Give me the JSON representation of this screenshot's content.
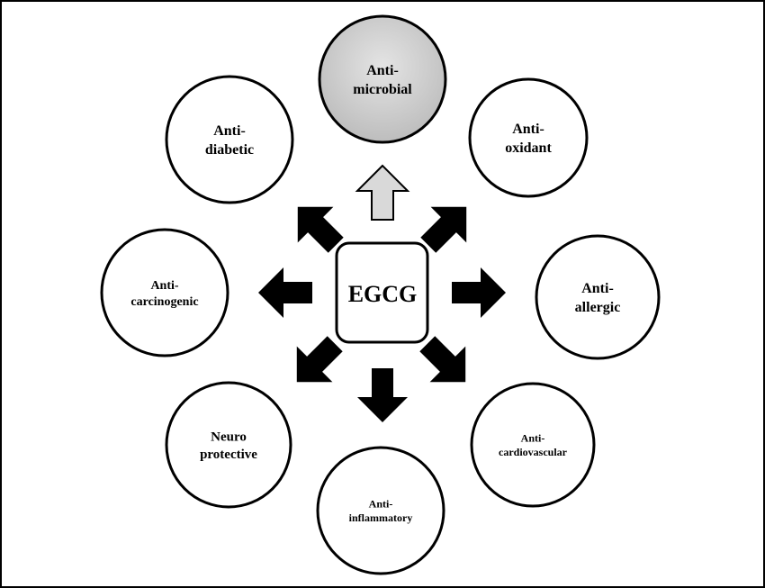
{
  "center": {
    "label": "EGCG"
  },
  "nodes": [
    {
      "id": "anti-microbial",
      "lines": [
        "Anti-",
        "microbial"
      ],
      "highlighted": true
    },
    {
      "id": "anti-oxidant",
      "lines": [
        "Anti-",
        "oxidant"
      ],
      "highlighted": false
    },
    {
      "id": "anti-allergic",
      "lines": [
        "Anti-",
        "allergic"
      ],
      "highlighted": false
    },
    {
      "id": "anti-cardiovascular",
      "lines": [
        "Anti-",
        "cardiovascular"
      ],
      "highlighted": false
    },
    {
      "id": "anti-inflammatory",
      "lines": [
        "Anti-",
        "inflammatory"
      ],
      "highlighted": false
    },
    {
      "id": "neuro-protective",
      "lines": [
        "Neuro",
        "protective"
      ],
      "highlighted": false
    },
    {
      "id": "anti-carcinogenic",
      "lines": [
        "Anti-",
        "carcinogenic"
      ],
      "highlighted": false
    },
    {
      "id": "anti-diabetic",
      "lines": [
        "Anti-",
        "diabetic"
      ],
      "highlighted": false
    }
  ],
  "colors": {
    "highlight_fill": "#d3d3d3",
    "highlight_arrow": "#d9d9d9",
    "arrow": "#000000",
    "circle_fill": "#ffffff",
    "stroke": "#000000"
  }
}
